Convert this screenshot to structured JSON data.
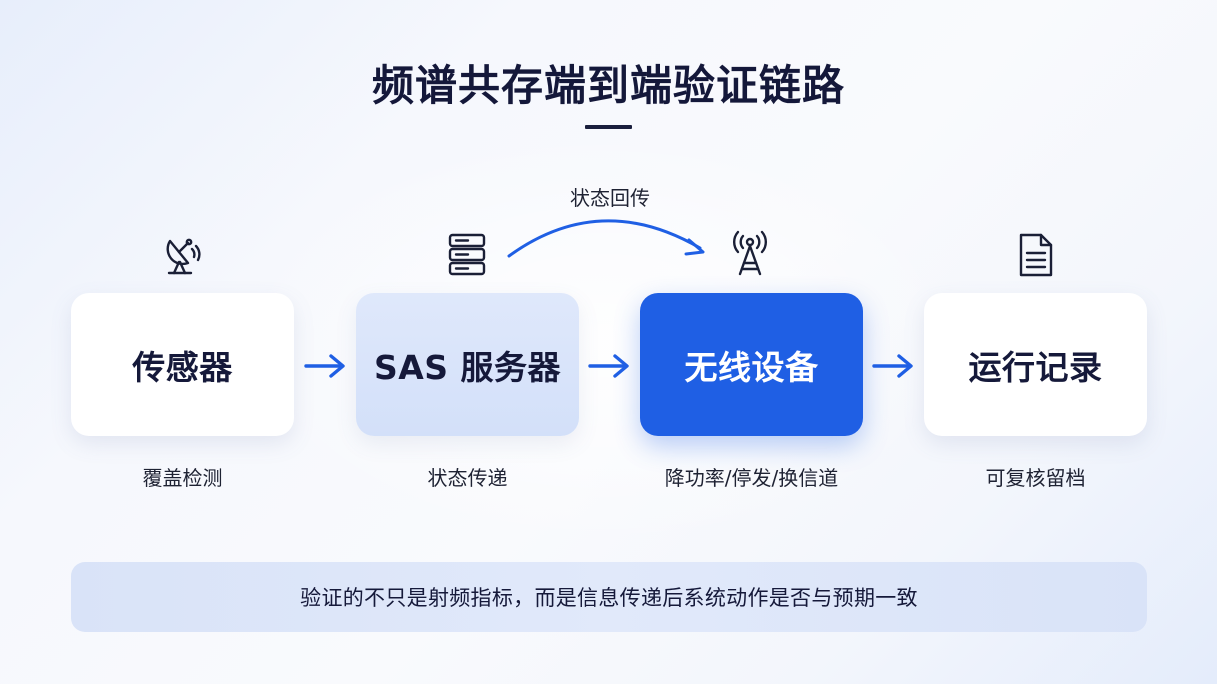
{
  "title": "频谱共存端到端验证链路",
  "feedback_label": "状态回传",
  "colors": {
    "accent": "#1f5fe4",
    "dark_text": "#15193a",
    "light_box": "#d9e4fa"
  },
  "nodes": [
    {
      "label": "传感器",
      "caption": "覆盖检测",
      "icon": "satellite-dish-icon",
      "style": "white"
    },
    {
      "label": "SAS 服务器",
      "caption": "状态传递",
      "icon": "server-icon",
      "style": "light"
    },
    {
      "label": "无线设备",
      "caption": "降功率/停发/换信道",
      "icon": "radio-tower-icon",
      "style": "blue"
    },
    {
      "label": "运行记录",
      "caption": "可复核留档",
      "icon": "document-icon",
      "style": "white"
    }
  ],
  "note": "验证的不只是射频指标，而是信息传递后系统动作是否与预期一致"
}
